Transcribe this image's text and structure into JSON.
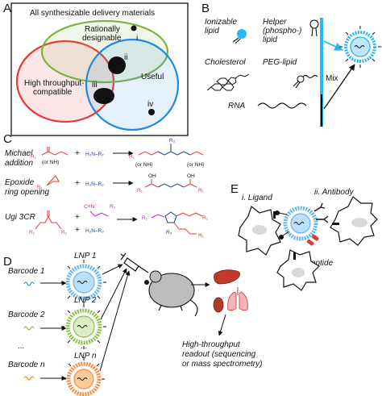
{
  "panels": {
    "a": {
      "letter": "A",
      "outer_title": "All synthesizable delivery materials",
      "rational_l1": "Rationally",
      "rational_l2": "designable",
      "ht_l1": "High throughput-",
      "ht_l2": "compatible",
      "useful": "Useful",
      "markers": [
        "i",
        "ii",
        "iii",
        "iv"
      ],
      "colors": {
        "rational": "#7cb342",
        "high_throughput": "#e53935",
        "useful": "#1e88e5"
      }
    },
    "b": {
      "letter": "B",
      "ionizable_l1": "Ionizable",
      "ionizable_l2": "lipid",
      "helper_l1": "Helper",
      "helper_l2": "(phospho-)",
      "helper_l3": "lipid",
      "cholesterol": "Cholesterol",
      "peg": "PEG-lipid",
      "rna": "RNA",
      "mix": "Mix",
      "colors": {
        "ionizable_head": "#29b6f6",
        "mix_bar": "#29b6f6"
      }
    },
    "c": {
      "letter": "C",
      "michael_l1": "Michael",
      "michael_l2": "addition",
      "epoxide_l1": "Epoxide",
      "epoxide_l2": "ring opening",
      "ugi": "Ugi 3CR",
      "plus": "+",
      "amine_michael": "H₂N–R₂",
      "amine_epoxide": "H₂N–R₂",
      "amine_ugi": "H₂N–R₃",
      "r1": "R₁",
      "r2": "R₂",
      "r3": "R₃",
      "or_nh": "(or NH)",
      "oh": "OH",
      "isocyanide": "C≡N⁻",
      "colors": {
        "reactant_1": "#e53935",
        "reactant_2": "#1e3a8a",
        "reactant_3": "#c026d3"
      }
    },
    "d": {
      "letter": "D",
      "barcodes": [
        "Barcode 1",
        "Barcode 2",
        "...",
        "Barcode n"
      ],
      "lnps": [
        "LNP 1",
        "LNP 2",
        "...",
        "LNP n"
      ],
      "readout_l1": "High-throughput",
      "readout_l2": "readout (sequencing",
      "readout_l3": "or mass spectrometry)",
      "colors": {
        "lnp1": "#64b5f6",
        "lnp2": "#8bc34a",
        "lnpn": "#ff8a3d",
        "organ": "#c0392b"
      }
    },
    "e": {
      "letter": "E",
      "ligand": "i. Ligand",
      "antibody": "ii. Antibody",
      "peptide": "iii. Peptide",
      "colors": {
        "lnp": "#64b5f6",
        "peptide": "#e53935"
      }
    }
  }
}
